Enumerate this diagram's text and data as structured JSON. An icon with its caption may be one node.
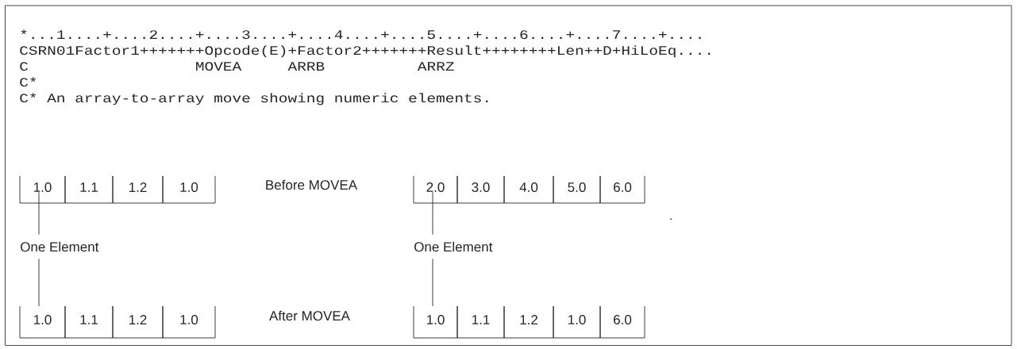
{
  "diagram": {
    "nodes": [
      {
        "text": [
          "1.0"
        ]
      },
      {
        "text": [
          "1.1"
        ]
      },
      {
        "text": [
          "1.2"
        ]
      },
      {
        "text": [
          "1.0"
        ]
      },
      {
        "text": [
          "2.0"
        ]
      },
      {
        "text": [
          "3.0"
        ]
      },
      {
        "text": [
          "4.0"
        ]
      },
      {
        "text": [
          "5.0"
        ]
      },
      {
        "text": [
          "6.0"
        ]
      },
      {
        "text": [
          "One Element"
        ]
      },
      {
        "text": [
          "One Element"
        ]
      },
      {
        "text": [
          "1.0"
        ]
      },
      {
        "text": [
          "1.1"
        ]
      },
      {
        "text": [
          "1.2"
        ]
      },
      {
        "text": [
          "1.0"
        ]
      },
      {
        "text": [
          "1.0"
        ]
      },
      {
        "text": [
          "1.1"
        ]
      },
      {
        "text": [
          "1.2"
        ]
      },
      {
        "text": [
          "1.0"
        ]
      },
      {
        "text": [
          "6.0"
        ]
      }
    ],
    "edges": [
      {
        "from": 9,
        "to": 0,
        "arrow": "none"
      },
      {
        "from": 9,
        "to": 11,
        "arrow": "none"
      },
      {
        "from": 10,
        "to": 4,
        "arrow": "none"
      },
      {
        "from": 10,
        "to": 15,
        "arrow": "none"
      }
    ],
    "labels": [
      "*...1....+....2....+....3....+....4....+....5....+....6....+....7....+....",
      "CSRN01Factor1+++++++Opcode(E)+Factor2+++++++Result++++++++Len++D+HiLoEq....",
      "C                  MOVEA     ARRB          ARRZ",
      "C*",
      "C* An array-to-array move showing numeric elements.",
      "Before MOVEA",
      ".",
      "After MOVEA"
    ]
  }
}
